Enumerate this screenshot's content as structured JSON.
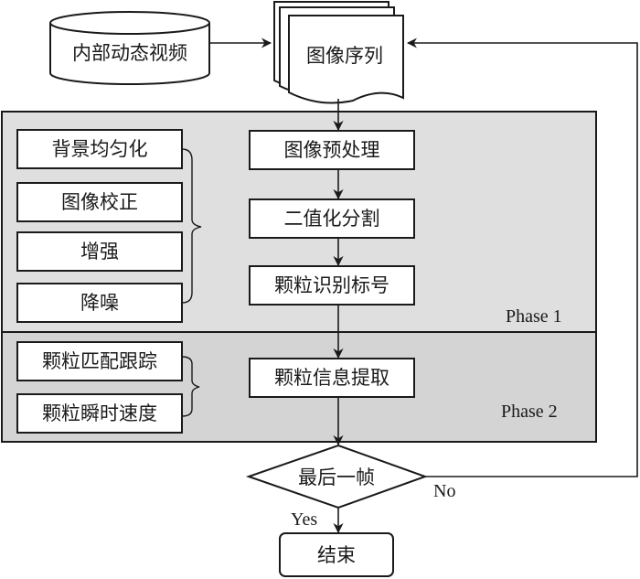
{
  "diagram": {
    "source": {
      "label": "内部动态视频",
      "shape": "cylinder"
    },
    "image_sequence": {
      "label": "图像序列",
      "shape": "multi-document"
    },
    "phase1": {
      "label": "Phase 1",
      "background": "#e0dfe0",
      "main_steps": [
        "图像预处理",
        "二值化分割",
        "颗粒识别标号"
      ],
      "preprocessing_steps": [
        "背景均匀化",
        "图像校正",
        "增强",
        "降噪"
      ]
    },
    "phase2": {
      "label": "Phase 2",
      "background": "#d5d4d5",
      "main_step": "颗粒信息提取",
      "sub_steps": [
        "颗粒匹配跟踪",
        "颗粒瞬时速度"
      ]
    },
    "decision": {
      "label": "最后一帧",
      "yes_label": "Yes",
      "no_label": "No"
    },
    "end": {
      "label": "结束"
    }
  }
}
